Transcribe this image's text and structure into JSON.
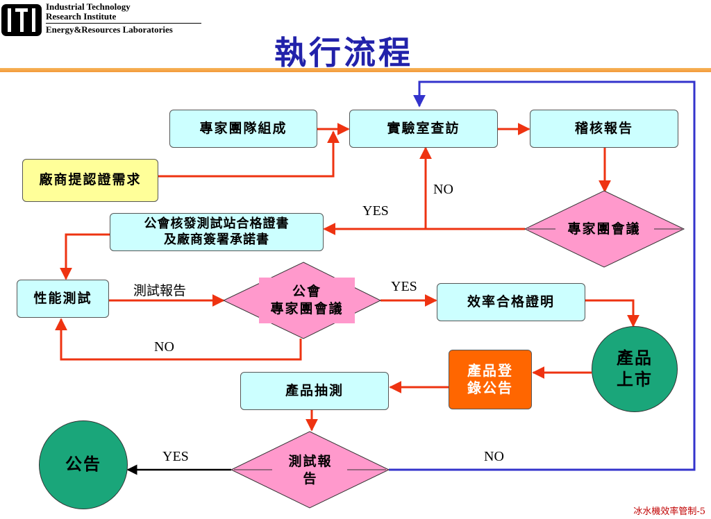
{
  "header": {
    "institute_line1": "Industrial Technology",
    "institute_line2": "Research Institute",
    "institute_line3": "Energy&Resources Laboratories",
    "title": "執行流程"
  },
  "nodes": {
    "expert_team": "專家團隊組成",
    "vendor_request": "廠商提認證需求",
    "lab_visit": "實驗室查訪",
    "audit_report": "稽核報告",
    "expert_meeting": "專家團會議",
    "issue_certificate_line1": "公會核發測試站合格證書",
    "issue_certificate_line2": "及廠商簽署承諾書",
    "performance_test": "性能測試",
    "guild_meeting_line1": "公會",
    "guild_meeting_line2": "專家團會議",
    "efficiency_certificate": "效率合格證明",
    "product_launch_line1": "產品",
    "product_launch_line2": "上市",
    "product_registration_line1": "產品登",
    "product_registration_line2": "錄公告",
    "product_sampling": "產品抽測",
    "test_report_line1": "測試報",
    "test_report_line2": "告",
    "announcement": "公告"
  },
  "edge_labels": {
    "no_lab": "NO",
    "yes_cert": "YES",
    "test_report": "測試報告",
    "yes_efficiency": "YES",
    "no_retest": "NO",
    "yes_announce": "YES",
    "no_loop": "NO"
  },
  "footer": "冰水機效率管制-5",
  "colors": {
    "title": "#2222aa",
    "box_fill": "#ccffff",
    "yellow_fill": "#ffff99",
    "orange_fill": "#ff6600",
    "diamond_fill": "#ff99cc",
    "circle_fill": "#1aa67a",
    "arrow_red": "#ee3311",
    "arrow_blue": "#3333cc"
  }
}
